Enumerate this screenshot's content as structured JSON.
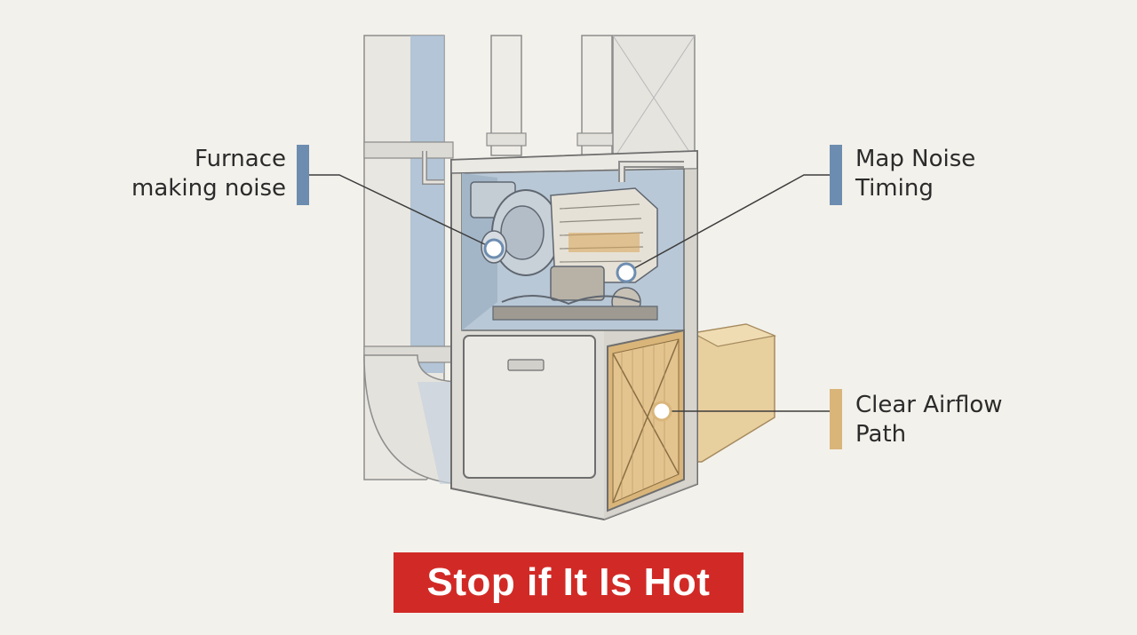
{
  "callouts": {
    "furnace_noise": {
      "line1": "Furnace",
      "line2": "making noise",
      "accent": "#6d8db0"
    },
    "map_timing": {
      "line1": "Map Noise",
      "line2": "Timing",
      "accent": "#6d8db0"
    },
    "airflow": {
      "line1": "Clear Airflow",
      "line2": "Path",
      "accent": "#d9b57a"
    }
  },
  "banner": {
    "text": "Stop if It Is Hot",
    "color": "#d12a26"
  },
  "colors": {
    "background": "#f3f1eb",
    "duct_blue": "#a9bed3",
    "filter_tan": "#d9b57a",
    "cabinet_gray": "#dedcd6"
  },
  "icons": [
    "furnace-illustration",
    "ductwork-illustration",
    "air-filter-illustration",
    "blower-motor-illustration"
  ]
}
